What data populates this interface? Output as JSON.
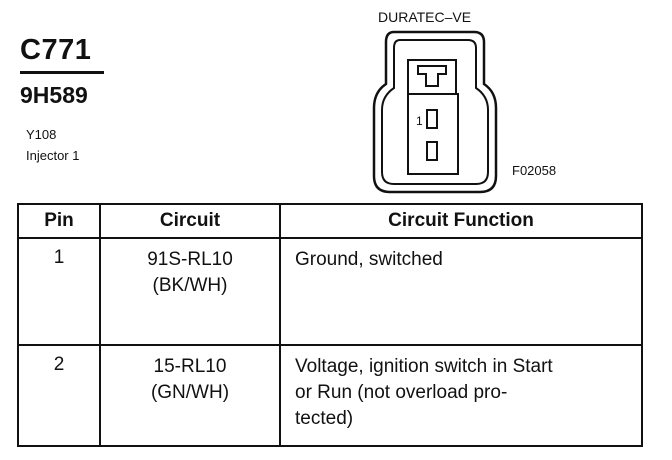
{
  "connector": {
    "id": "C771",
    "part_number": "9H589",
    "circuit_code": "Y108",
    "description": "Injector 1",
    "engine": "DURATEC–VE",
    "figure_id": "F02058",
    "pin_label": "1"
  },
  "table": {
    "headers": [
      "Pin",
      "Circuit",
      "Circuit Function"
    ],
    "rows": [
      {
        "pin": "1",
        "circuit_line1": "91S-RL10",
        "circuit_line2": "(BK/WH)",
        "function_lines": [
          "Ground, switched"
        ]
      },
      {
        "pin": "2",
        "circuit_line1": "15-RL10",
        "circuit_line2": "(GN/WH)",
        "function_lines": [
          "Voltage, ignition switch in Start",
          "or Run (not overload pro-",
          "tected)"
        ]
      }
    ]
  }
}
